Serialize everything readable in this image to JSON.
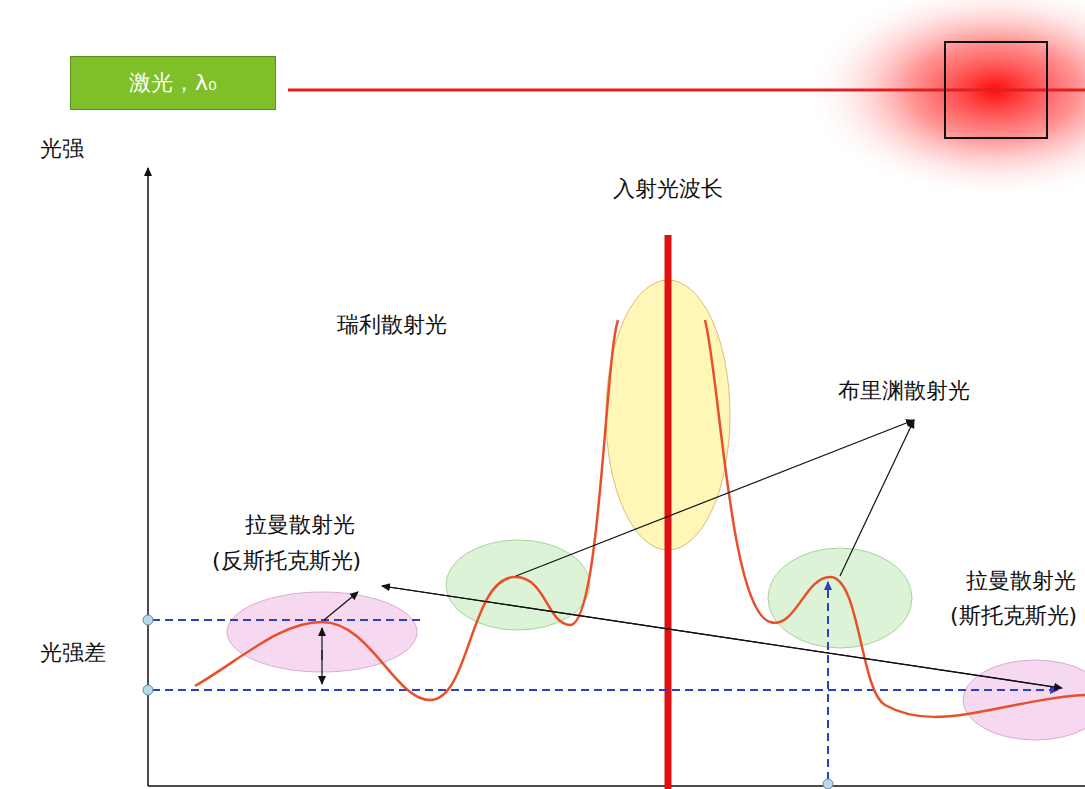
{
  "diagram": {
    "nodes": [
      {
        "text": [
          "激光，λ₀"
        ]
      }
    ],
    "labels": [
      "光强",
      "入射光波长",
      "瑞利散射光",
      "布里渊散射光",
      "拉曼散射光",
      "(反斯托克斯光)",
      "拉曼散射光",
      "(斯托克斯光)",
      "光强差"
    ]
  }
}
